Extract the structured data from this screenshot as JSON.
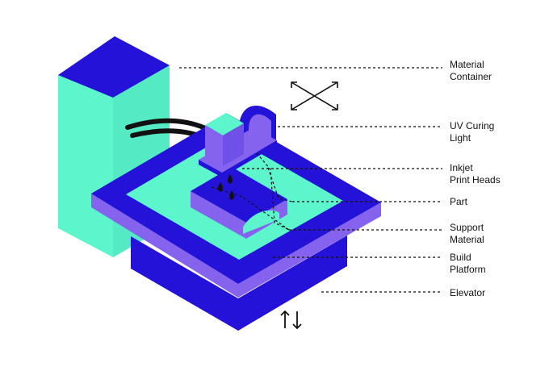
{
  "colors": {
    "dark_blue": "#2412d8",
    "mint": "#5cf5cc",
    "purple": "#8563ee",
    "ink": "#111111",
    "background": "#ffffff"
  },
  "labels": {
    "material_container": "Material\nContainer",
    "uv_curing_light": "UV Curing\nLight",
    "inkjet_print_heads": "Inkjet\nPrint Heads",
    "part": "Part",
    "support_material": "Support\nMaterial",
    "build_platform": "Build\nPlatform",
    "elevator": "Elevator"
  },
  "icons": {
    "movement": "four-way-arrows-icon",
    "elevator": "up-down-arrows-icon"
  }
}
